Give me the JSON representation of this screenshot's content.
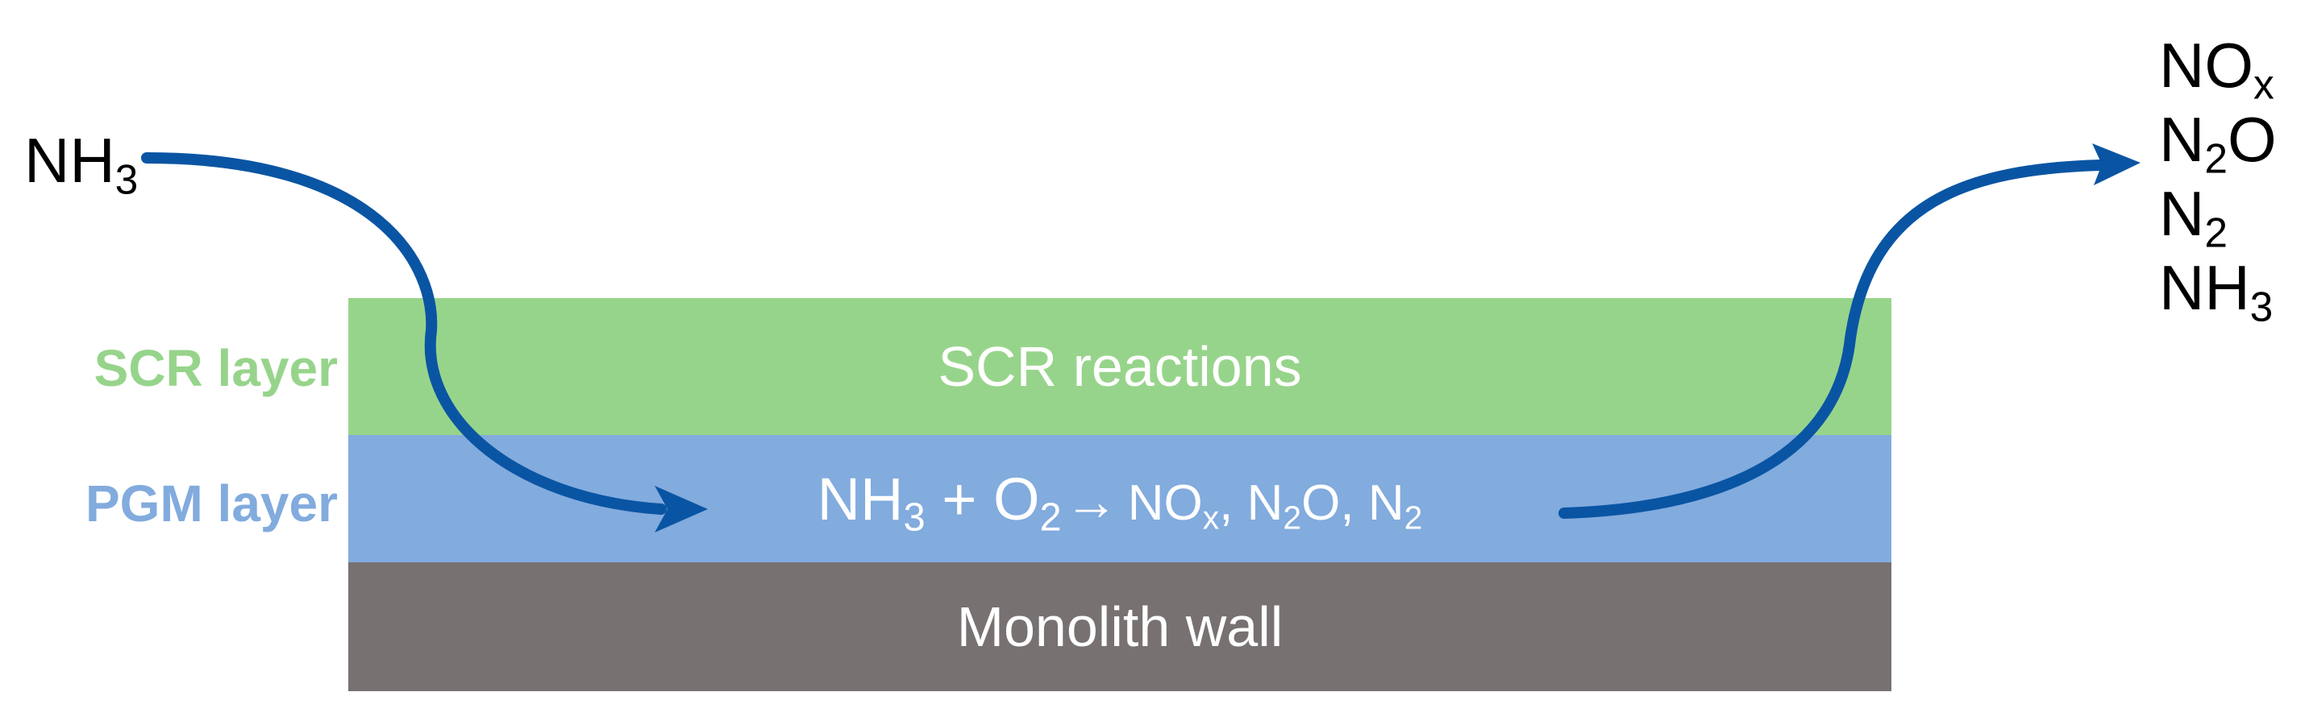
{
  "layers": {
    "scr": {
      "side_label": "SCR layer",
      "text": "SCR reactions"
    },
    "pgm": {
      "side_label": "PGM layer",
      "reaction": {
        "reactant1": "NH",
        "reactant1_sub": "3",
        "plus": "+",
        "reactant2": "O",
        "reactant2_sub": "2",
        "arrow": "→",
        "product1": "NO",
        "product1_sub": "x",
        "sep1": ",",
        "product2_a": "N",
        "product2_sub": "2",
        "product2_b": "O",
        "sep2": ",",
        "product3": "N",
        "product3_sub": "2"
      }
    },
    "wall": {
      "text": "Monolith wall"
    }
  },
  "inlet": {
    "species": "NH",
    "species_sub": "3"
  },
  "outlet": {
    "products": [
      {
        "main": "NO",
        "sub": "x",
        "tail": ""
      },
      {
        "main": "N",
        "sub": "2",
        "tail": "O"
      },
      {
        "main": "N",
        "sub": "2",
        "tail": ""
      },
      {
        "main": "NH",
        "sub": "3",
        "tail": ""
      }
    ]
  },
  "colors": {
    "scr": "#97d48b",
    "pgm": "#82abde",
    "wall": "#777171",
    "arrow": "#0a55a3"
  }
}
